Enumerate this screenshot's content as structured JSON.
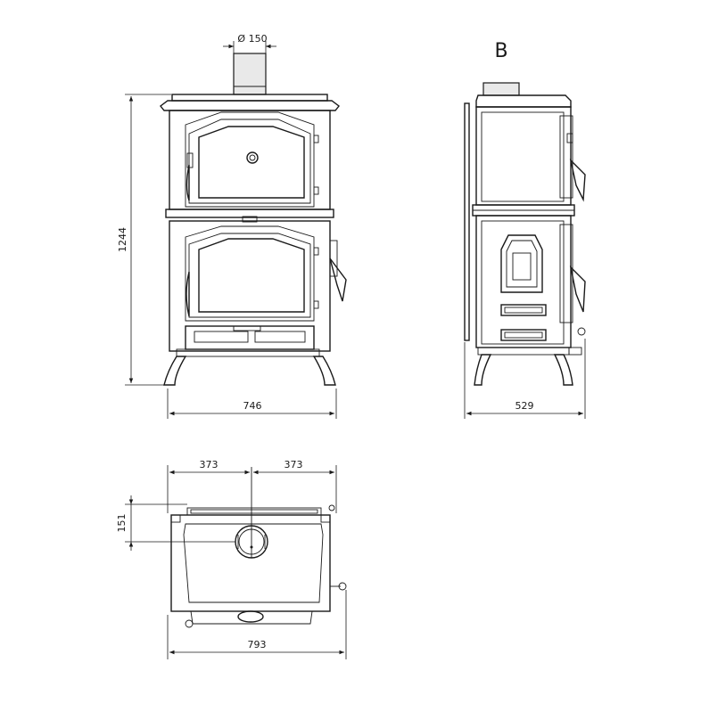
{
  "views": {
    "front": {
      "flue_label": "Ø 150",
      "height_label": "1244",
      "width_label": "746"
    },
    "side": {
      "view_letter": "B",
      "depth_label": "529"
    },
    "top": {
      "half_left_label": "373",
      "half_right_label": "373",
      "offset_label": "151",
      "overall_label": "793"
    }
  }
}
